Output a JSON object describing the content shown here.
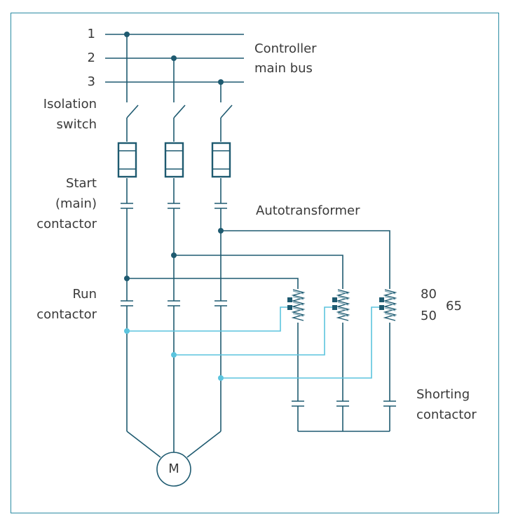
{
  "bus": {
    "labels": [
      "1",
      "2",
      "3"
    ],
    "title_line1": "Controller",
    "title_line2": "main bus"
  },
  "isolation": {
    "line1": "Isolation",
    "line2": "switch"
  },
  "start": {
    "line1": "Start",
    "line2": "(main)",
    "line3": "contactor"
  },
  "autotransformer": {
    "label": "Autotransformer"
  },
  "run": {
    "line1": "Run",
    "line2": "contactor"
  },
  "taps": {
    "t80": "80",
    "t65": "65",
    "t50": "50"
  },
  "shorting": {
    "line1": "Shorting",
    "line2": "contactor"
  },
  "motor": {
    "label": "M"
  },
  "colors": {
    "dark": "#1e5a70",
    "light": "#5bc4de",
    "border": "#2a8ba2",
    "text": "#3a3a3a"
  }
}
